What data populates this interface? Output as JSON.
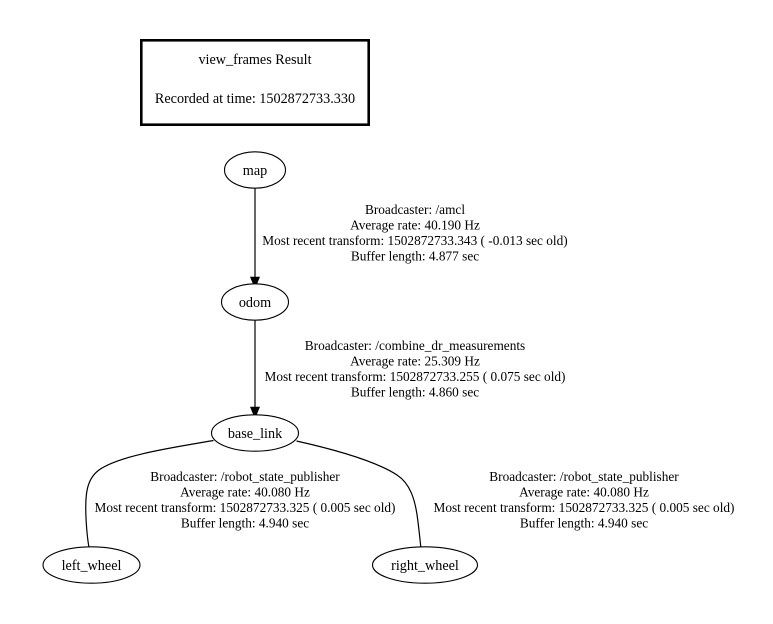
{
  "header": {
    "title": "view_frames Result",
    "recorded": "Recorded at time: 1502872733.330"
  },
  "nodes": [
    {
      "id": "map",
      "label": "map"
    },
    {
      "id": "odom",
      "label": "odom"
    },
    {
      "id": "base_link",
      "label": "base_link"
    },
    {
      "id": "left_wheel",
      "label": "left_wheel"
    },
    {
      "id": "right_wheel",
      "label": "right_wheel"
    }
  ],
  "edges": [
    {
      "from": "map",
      "to": "odom",
      "broadcaster": "Broadcaster: /amcl",
      "average_rate": "Average rate: 40.190 Hz",
      "most_recent": "Most recent transform: 1502872733.343 ( -0.013 sec old)",
      "buffer_length": "Buffer length: 4.877 sec"
    },
    {
      "from": "odom",
      "to": "base_link",
      "broadcaster": "Broadcaster: /combine_dr_measurements",
      "average_rate": "Average rate: 25.309 Hz",
      "most_recent": "Most recent transform: 1502872733.255 ( 0.075 sec old)",
      "buffer_length": "Buffer length: 4.860 sec"
    },
    {
      "from": "base_link",
      "to": "left_wheel",
      "broadcaster": "Broadcaster: /robot_state_publisher",
      "average_rate": "Average rate: 40.080 Hz",
      "most_recent": "Most recent transform: 1502872733.325 ( 0.005 sec old)",
      "buffer_length": "Buffer length: 4.940 sec"
    },
    {
      "from": "base_link",
      "to": "right_wheel",
      "broadcaster": "Broadcaster: /robot_state_publisher",
      "average_rate": "Average rate: 40.080 Hz",
      "most_recent": "Most recent transform: 1502872733.325 ( 0.005 sec old)",
      "buffer_length": "Buffer length: 4.940 sec"
    }
  ],
  "colors": {
    "background": "#ffffff",
    "stroke": "#000000",
    "text": "#000000"
  }
}
